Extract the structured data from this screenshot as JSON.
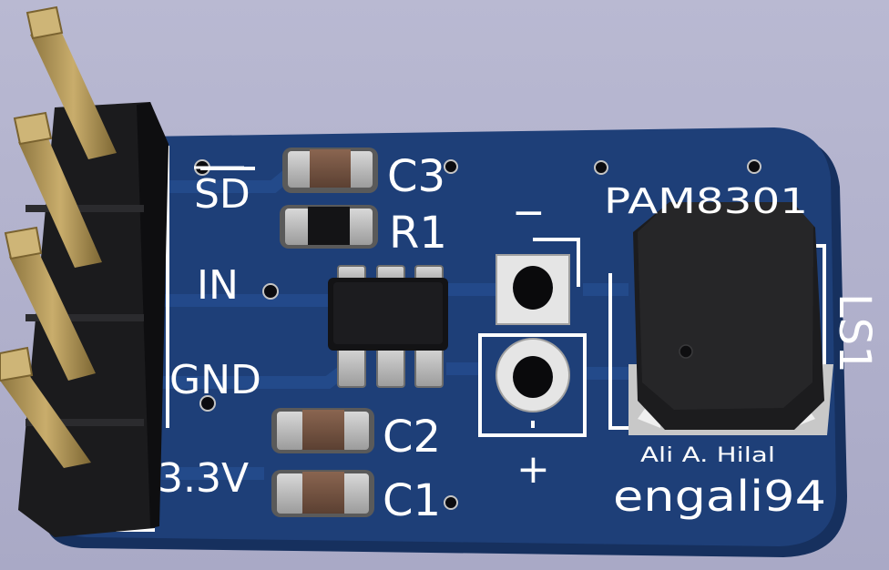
{
  "board": {
    "pin_labels": [
      "SD",
      "IN",
      "GND",
      "3.3V"
    ],
    "refs": {
      "c3": "C3",
      "r1": "R1",
      "c2": "C2",
      "c1": "C1",
      "ls1": "LS1"
    },
    "polarity": {
      "minus": "−",
      "plus": "+"
    },
    "part_name": "PAM8301",
    "author_name": "Ali A. Hilal",
    "author_handle": "engali94"
  },
  "colors": {
    "background": "#b1b1cb",
    "board": "#1e3f78",
    "board_edge": "#16305e",
    "silkscreen": "#ffffff",
    "header_plastic": "#1b1b1d",
    "header_pin": "#b39755",
    "buzzer": "#202022"
  }
}
